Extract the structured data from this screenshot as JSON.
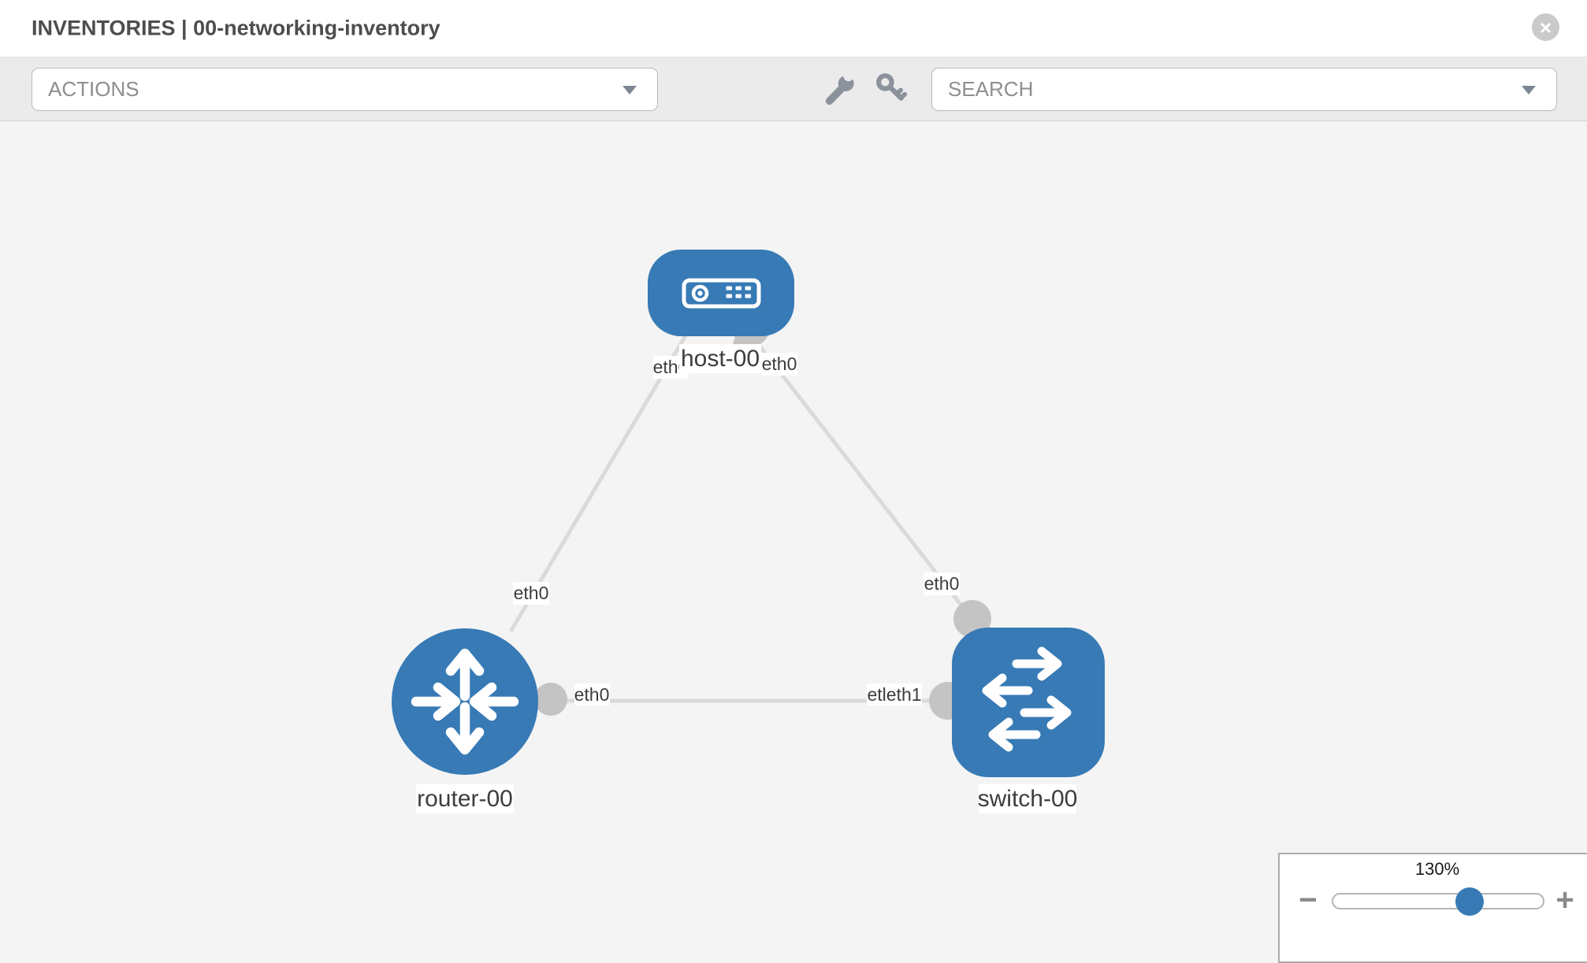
{
  "header": {
    "title": "INVENTORIES | 00-networking-inventory"
  },
  "toolbar": {
    "actions_label": "ACTIONS",
    "search_label": "SEARCH"
  },
  "icons": {
    "close": "×",
    "zoom_out": "−",
    "zoom_in": "+"
  },
  "topology": {
    "nodes": [
      {
        "id": "host-00",
        "type": "host",
        "label": "host-00"
      },
      {
        "id": "router-00",
        "type": "router",
        "label": "router-00"
      },
      {
        "id": "switch-00",
        "type": "switch",
        "label": "switch-00"
      }
    ],
    "links": [
      {
        "from": "host-00",
        "to": "router-00"
      },
      {
        "from": "host-00",
        "to": "switch-00"
      },
      {
        "from": "router-00",
        "to": "switch-00"
      }
    ],
    "interface_labels": {
      "host_to_router_at_host": "eth0",
      "host_to_router_at_router": "eth0",
      "host_to_switch_at_host": "eth0",
      "host_to_switch_at_switch": "eth0",
      "router_to_switch_at_router": "eth0",
      "router_to_switch_at_switch": "etleth1"
    }
  },
  "zoom_panel": {
    "value": "130%"
  },
  "colors": {
    "node_blue": "#377ab5",
    "link_gray": "#dadada",
    "port_gray": "#c4c4c4",
    "toolbar_gray": "#ebebeb",
    "canvas_gray": "#f4f4f4"
  }
}
